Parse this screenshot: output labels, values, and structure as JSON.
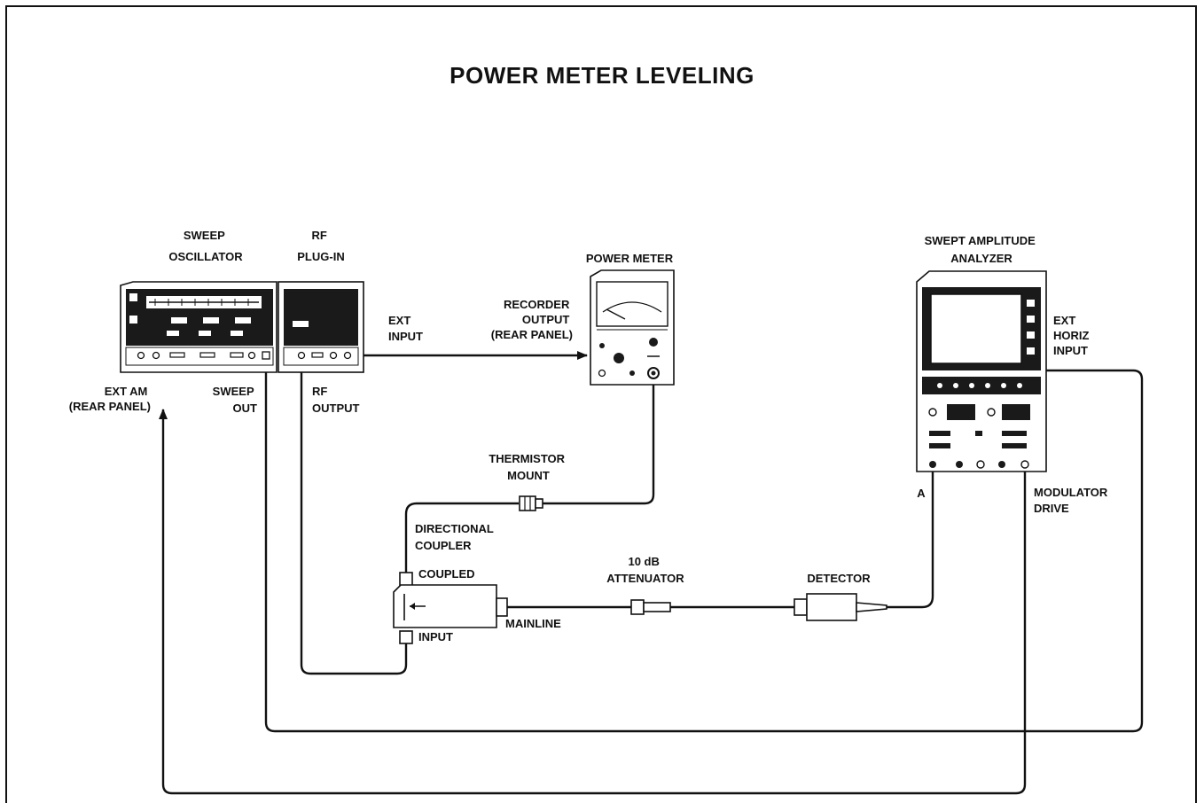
{
  "diagram": {
    "title": "POWER METER LEVELING",
    "devices": {
      "sweep_oscillator": [
        "SWEEP",
        "OSCILLATOR"
      ],
      "rf_plugin": [
        "RF",
        "PLUG-IN"
      ],
      "power_meter": [
        "POWER METER"
      ],
      "swept_amplitude_analyzer": [
        "SWEPT AMPLITUDE",
        "ANALYZER"
      ],
      "thermistor_mount": [
        "THERMISTOR",
        "MOUNT"
      ],
      "directional_coupler": [
        "DIRECTIONAL",
        "COUPLER"
      ],
      "attenuator": [
        "10 dB",
        "ATTENUATOR"
      ],
      "detector": [
        "DETECTOR"
      ]
    },
    "ports": {
      "ext_input": [
        "EXT",
        "INPUT"
      ],
      "recorder_output": [
        "RECORDER",
        "OUTPUT",
        "(REAR PANEL)"
      ],
      "ext_horiz_input": [
        "EXT",
        "HORIZ",
        "INPUT"
      ],
      "ext_am": [
        "EXT AM",
        "(REAR PANEL)"
      ],
      "sweep_out": [
        "SWEEP",
        "OUT"
      ],
      "rf_output": [
        "RF",
        "OUTPUT"
      ],
      "coupled": "COUPLED",
      "input": "INPUT",
      "mainline": "MAINLINE",
      "analyzer_a": "A",
      "modulator_drive": [
        "MODULATOR",
        "DRIVE"
      ]
    }
  }
}
